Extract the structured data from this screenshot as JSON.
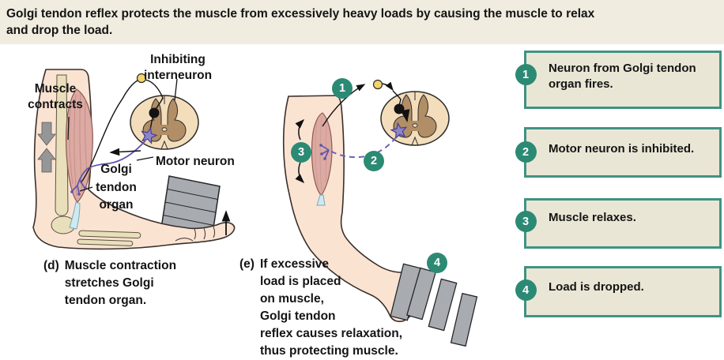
{
  "header": {
    "term": "Golgi tendon reflex",
    "description": "protects the muscle from excessively heavy loads by causing the muscle to relax and drop the load."
  },
  "panel_d": {
    "marker": "(d)",
    "caption_lines": [
      "Muscle contraction",
      "stretches Golgi",
      "tendon organ."
    ],
    "labels": {
      "muscle_contracts": [
        "Muscle",
        "contracts"
      ],
      "inhibiting_interneuron": [
        "Inhibiting",
        "interneuron"
      ],
      "motor_neuron": "Motor neuron",
      "golgi_tendon_organ": [
        "Golgi",
        "tendon",
        "organ"
      ]
    }
  },
  "panel_e": {
    "marker": "(e)",
    "caption_lines": [
      "If excessive",
      "load is placed",
      "on muscle,",
      "Golgi tendon",
      "reflex causes relaxation,",
      "thus protecting muscle."
    ]
  },
  "steps": [
    {
      "number": "1",
      "text": "Neuron from Golgi tendon organ fires."
    },
    {
      "number": "2",
      "text": "Motor neuron is inhibited."
    },
    {
      "number": "3",
      "text": "Muscle relaxes."
    },
    {
      "number": "4",
      "text": "Load is dropped."
    }
  ],
  "colors": {
    "header_bg": "#f0ecdf",
    "box_bg": "#eae6d5",
    "box_border": "#3f9383",
    "step_circle_green": "#2c8a74",
    "muscle_pink": "#dcaaa2",
    "bone_cream": "#e9dfba",
    "skin": "#fbe3d2",
    "spinal_cord_outer": "#f3ddbb",
    "spinal_cord_gray_matter": "#b18e66",
    "motor_neuron_purple": "#5b53ae",
    "sensory_cell_yellow": "#f4d36a",
    "weight_gray": "#a8acb0"
  }
}
